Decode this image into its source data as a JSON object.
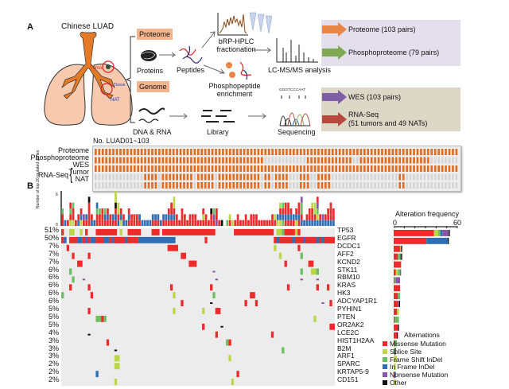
{
  "panelA": {
    "letter": "A",
    "title": "Chinese LUAD",
    "lung_labels": {
      "tumor": "Tumor",
      "nat": "NAT",
      "tissue": "Tissue"
    },
    "proteome_tag": "Proteome",
    "genome_tag": "Genome",
    "steps": {
      "proteins": "Proteins",
      "peptides": "Peptides",
      "fractionation": "bRP-HPLC fractionation",
      "phospho_enrichment_1": "Phosphopeptide",
      "phospho_enrichment_2": "enrichment",
      "lcms": "LC-MS/MS analysis",
      "dna_rna": "DNA & RNA",
      "library": "Library",
      "sequencing": "Sequencing",
      "seq_text": "GGGTCCCAAT"
    },
    "results": [
      {
        "label": "Proteome (103 pairs)",
        "color": "#e8864a"
      },
      {
        "label": "Phosphoproteome (79 pairs)",
        "color": "#7faa54"
      },
      {
        "label": "WES (103 pairs)",
        "color": "#7e5ea5"
      },
      {
        "label_1": "RNA-Seq",
        "label_2": "(51 tumors and 49 NATs)",
        "color": "#b8473d"
      }
    ],
    "sample_range": "No. LUAD01~103",
    "sample_rows": {
      "labels": [
        "Proteome",
        "Phosphoproteome",
        "WES",
        "Tumor",
        "NAT"
      ],
      "rna_seq_label": "RNA-Seq",
      "present_color": "#e06d22",
      "absent_color": "#d5d5d5"
    }
  },
  "panelB": {
    "letter": "B",
    "top_axis_label": "Number of top 20 mutated genes",
    "top_axis_ticks": [
      "0",
      "6"
    ],
    "freq_title": "Alteration frequency",
    "freq_ticks": [
      "0",
      "60"
    ],
    "legend_title": "Alternations",
    "chart_data": {
      "type": "heatmap",
      "title": "Top 20 mutated genes (oncoprint)",
      "genes": [
        "TP53",
        "EGFR",
        "DCDC1",
        "AFF2",
        "KCND2",
        "STK11",
        "RBM10",
        "KRAS",
        "HK3",
        "ADCYAP1R1",
        "PYHIN1",
        "PTEN",
        "OR2AK2",
        "LCE2C",
        "HIST1H2AA",
        "B2M",
        "ARF1",
        "SPARC",
        "KRTAP5-9",
        "CD151"
      ],
      "percentages": [
        "51%",
        "50%",
        "7%",
        "7%",
        "7%",
        "6%",
        "6%",
        "6%",
        "6%",
        "6%",
        "5%",
        "5%",
        "5%",
        "4%",
        "3%",
        "3%",
        "3%",
        "2%",
        "2%",
        "2%"
      ],
      "categories": [
        "Missense Mutation",
        "Splice Site",
        "Frame Shift InDel",
        "In Frame InDel",
        "Nonsense Mutation",
        "Other"
      ],
      "colors": {
        "Missense Mutation": "#ee2a2a",
        "Splice Site": "#bcd64a",
        "Frame Shift InDel": "#6dbf66",
        "In Frame InDel": "#2f6db5",
        "Nonsense Mutation": "#8b55a5",
        "Other": "#111111"
      },
      "frequency_counts": [
        {
          "gene": "TP53",
          "Missense Mutation": 38,
          "Splice Site": 4,
          "Frame Shift InDel": 2,
          "In Frame InDel": 2,
          "Nonsense Mutation": 6,
          "Other": 1
        },
        {
          "gene": "EGFR",
          "Missense Mutation": 31,
          "In Frame InDel": 20,
          "Other": 1
        },
        {
          "gene": "DCDC1",
          "Missense Mutation": 6,
          "Splice Site": 1,
          "Other": 1
        },
        {
          "gene": "AFF2",
          "Missense Mutation": 4,
          "Frame Shift InDel": 2,
          "Nonsense Mutation": 1,
          "Other": 1
        },
        {
          "gene": "KCND2",
          "Missense Mutation": 7
        },
        {
          "gene": "STK11",
          "Missense Mutation": 2,
          "Splice Site": 2,
          "Frame Shift InDel": 2,
          "Nonsense Mutation": 1
        },
        {
          "gene": "RBM10",
          "Missense Mutation": 1,
          "Frame Shift InDel": 1,
          "Nonsense Mutation": 4
        },
        {
          "gene": "KRAS",
          "Missense Mutation": 6
        },
        {
          "gene": "HK3",
          "Missense Mutation": 4,
          "Frame Shift InDel": 2
        },
        {
          "gene": "ADCYAP1R1",
          "Missense Mutation": 4,
          "Nonsense Mutation": 1,
          "Other": 1
        },
        {
          "gene": "PYHIN1",
          "Missense Mutation": 3,
          "Splice Site": 2
        },
        {
          "gene": "PTEN",
          "Missense Mutation": 1,
          "Frame Shift InDel": 4
        },
        {
          "gene": "OR2AK2",
          "Missense Mutation": 4,
          "Other": 1
        },
        {
          "gene": "LCE2C",
          "Missense Mutation": 3,
          "Other": 1
        },
        {
          "gene": "HIST1H2AA",
          "Missense Mutation": 1,
          "Frame Shift InDel": 2
        },
        {
          "gene": "B2M",
          "Frame Shift InDel": 1,
          "Other": 1
        },
        {
          "gene": "ARF1",
          "Splice Site": 3
        },
        {
          "gene": "SPARC",
          "Splice Site": 2
        },
        {
          "gene": "KRTAP5-9",
          "Missense Mutation": 1,
          "In Frame InDel": 1
        },
        {
          "gene": "CD151",
          "Splice Site": 2
        }
      ],
      "freq_xlim": [
        0,
        60
      ],
      "top_ylim": [
        0,
        6
      ]
    }
  }
}
